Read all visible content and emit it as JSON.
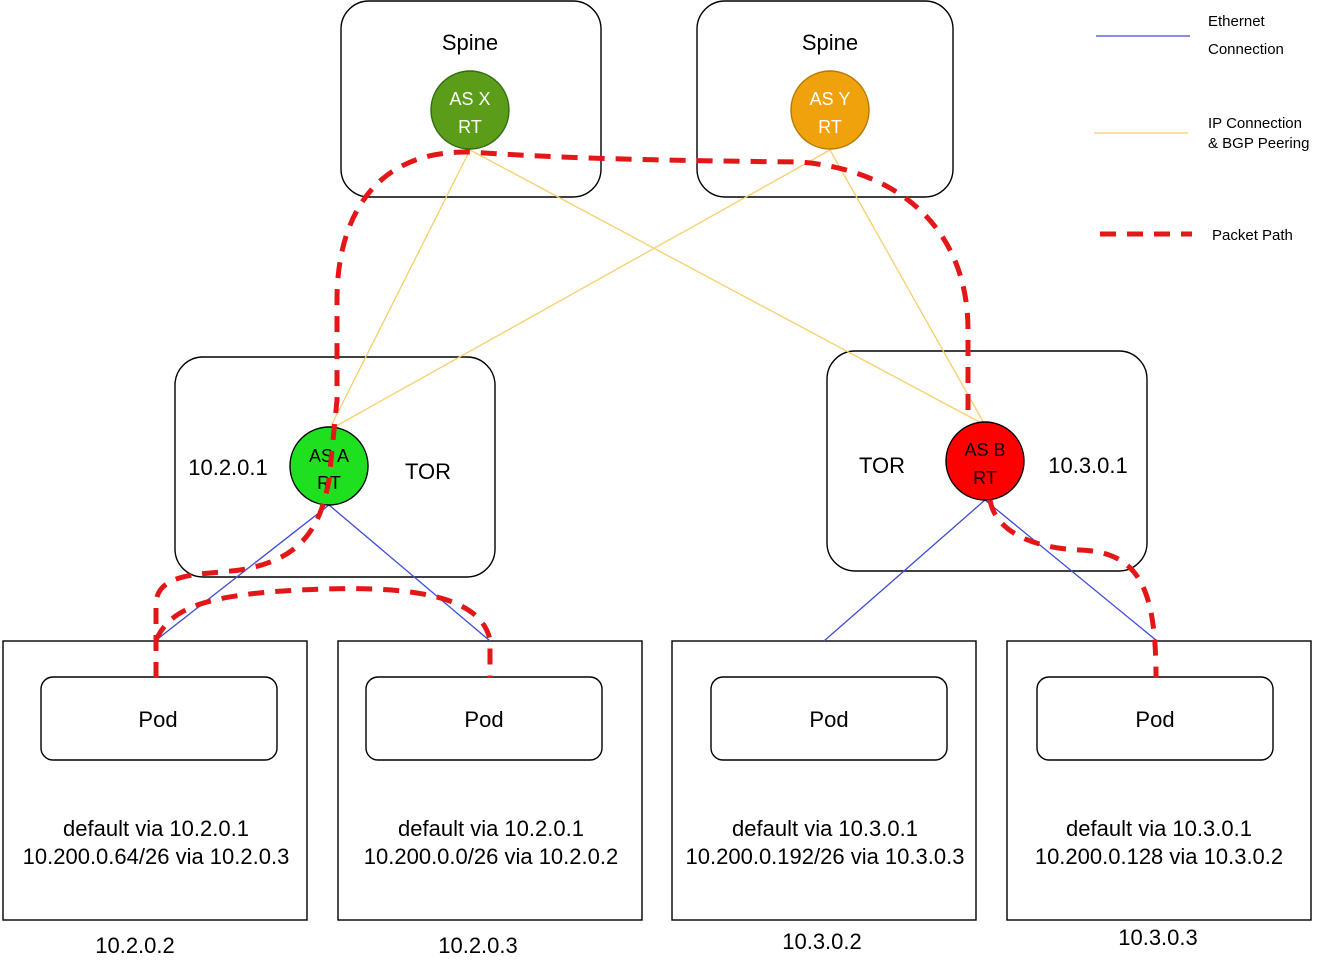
{
  "spines": [
    {
      "title": "Spine",
      "router_line1": "AS X",
      "router_line2": "RT",
      "color": "#5b9c18",
      "text_color": "#ffffff"
    },
    {
      "title": "Spine",
      "router_line1": "AS Y",
      "router_line2": "RT",
      "color": "#f0a20d",
      "text_color": "#ffffff"
    }
  ],
  "tors": [
    {
      "title": "TOR",
      "ip": "10.2.0.1",
      "router_line1": "AS A",
      "router_line2": "RT",
      "color": "#1fe01f",
      "text_color": "#000000"
    },
    {
      "title": "TOR",
      "ip": "10.3.0.1",
      "router_line1": "AS B",
      "router_line2": "RT",
      "color": "#ff0000",
      "text_color": "#000000"
    }
  ],
  "hosts": [
    {
      "pod_label": "Pod",
      "route1": "default via 10.2.0.1",
      "route2": "10.200.0.64/26 via 10.2.0.3",
      "ip": "10.2.0.2"
    },
    {
      "pod_label": "Pod",
      "route1": "default via 10.2.0.1",
      "route2": "10.200.0.0/26 via 10.2.0.2",
      "ip": "10.2.0.3"
    },
    {
      "pod_label": "Pod",
      "route1": "default via 10.3.0.1",
      "route2": "10.200.0.192/26 via 10.3.0.3",
      "ip": "10.3.0.2"
    },
    {
      "pod_label": "Pod",
      "route1": "default via 10.3.0.1",
      "route2": "10.200.0.128 via 10.3.0.2",
      "ip": "10.3.0.3"
    }
  ],
  "legend": {
    "ethernet_line1": "Ethernet",
    "ethernet_line2": "Connection",
    "ip_line1": "IP Connection",
    "ip_line2": "& BGP Peering",
    "packet_path": "Packet Path"
  },
  "colors": {
    "ethernet": "#3e4ad8",
    "ip_bgp": "#f7cf6b",
    "packet_path": "#e31717"
  }
}
